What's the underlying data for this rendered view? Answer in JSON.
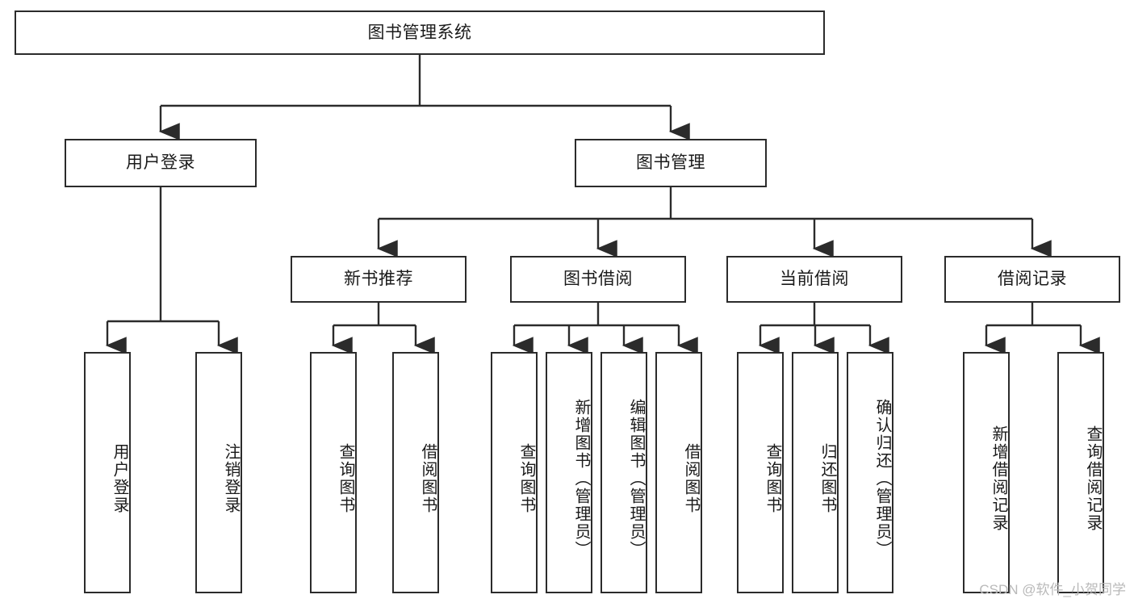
{
  "diagram": {
    "title": "图书管理系统",
    "type": "tree-hierarchy-diagram",
    "watermark": "CSDN @软件_小贺同学",
    "colors": {
      "stroke": "#2b2b2b",
      "fill": "#ffffff",
      "text": "#1a1a1a",
      "watermark": "#b9b9b9"
    },
    "nodes": {
      "root": {
        "label": "图书管理系统"
      },
      "level2": [
        {
          "id": "user-login",
          "label": "用户登录"
        },
        {
          "id": "book-management",
          "label": "图书管理"
        }
      ],
      "level3": [
        {
          "id": "new-book-recommend",
          "label": "新书推荐"
        },
        {
          "id": "book-borrow",
          "label": "图书借阅"
        },
        {
          "id": "current-borrow",
          "label": "当前借阅"
        },
        {
          "id": "borrow-record",
          "label": "借阅记录"
        }
      ],
      "leaves": {
        "user_login": [
          {
            "id": "leaf-user-login",
            "label": "用户登录"
          },
          {
            "id": "leaf-logout-login",
            "label": "注销登录"
          }
        ],
        "new_book_recommend": [
          {
            "id": "leaf-query-book-1",
            "label": "查询图书"
          },
          {
            "id": "leaf-borrow-book-1",
            "label": "借阅图书"
          }
        ],
        "book_borrow": [
          {
            "id": "leaf-query-book-2",
            "label": "查询图书"
          },
          {
            "id": "leaf-add-book-admin",
            "label": "新增图书（管理员）"
          },
          {
            "id": "leaf-edit-book-admin",
            "label": "编辑图书（管理员）"
          },
          {
            "id": "leaf-borrow-book-2",
            "label": "借阅图书"
          }
        ],
        "current_borrow": [
          {
            "id": "leaf-query-book-3",
            "label": "查询图书"
          },
          {
            "id": "leaf-return-book",
            "label": "归还图书"
          },
          {
            "id": "leaf-confirm-return-admin",
            "label": "确认归还（管理员）"
          }
        ],
        "borrow_record": [
          {
            "id": "leaf-add-borrow-record",
            "label": "新增借阅记录"
          },
          {
            "id": "leaf-query-borrow-record",
            "label": "查询借阅记录"
          }
        ]
      }
    }
  }
}
